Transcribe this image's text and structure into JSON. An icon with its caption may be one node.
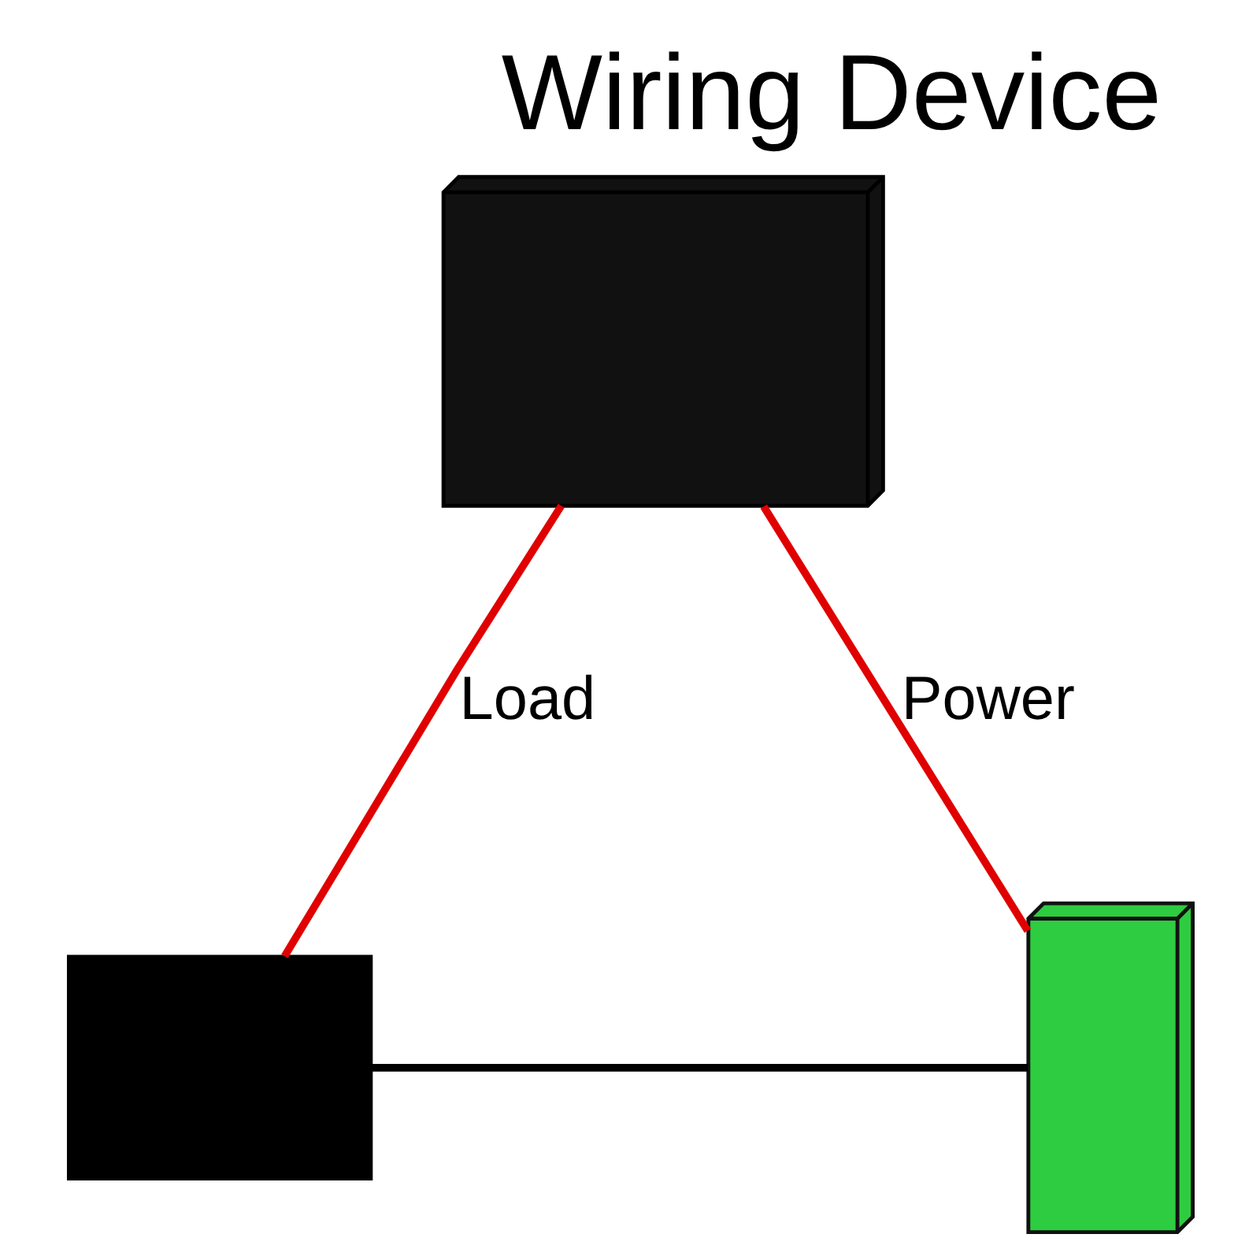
{
  "diagram": {
    "title": "Wiring Device",
    "nodes": [
      {
        "text": [],
        "shape": "picture"
      },
      {
        "text": [],
        "shape": "picture"
      },
      {
        "text": [],
        "shape": "box"
      }
    ],
    "edges": [
      {
        "from": 0,
        "to": 1,
        "arrow": "none",
        "label": "Power"
      },
      {
        "from": 0,
        "to": 2,
        "arrow": "none",
        "label": "Load"
      },
      {
        "from": 2,
        "to": 1,
        "arrow": "none",
        "color": "#000000"
      }
    ]
  }
}
